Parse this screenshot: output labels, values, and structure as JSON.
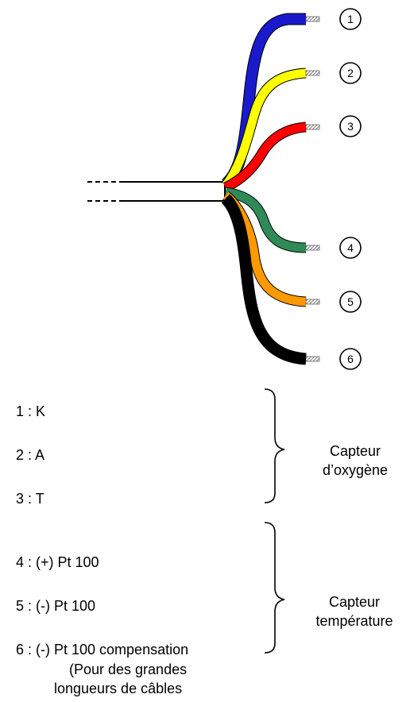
{
  "wires": [
    {
      "number": "1",
      "color": "#1a1acc"
    },
    {
      "number": "2",
      "color": "#ffff00"
    },
    {
      "number": "3",
      "color": "#ff0000"
    },
    {
      "number": "4",
      "color": "#2e8b57"
    },
    {
      "number": "5",
      "color": "#ff9900"
    },
    {
      "number": "6",
      "color": "#000000"
    }
  ],
  "labels": [
    "1 : K",
    "2 : A",
    "3 : T",
    "4 : (+) Pt 100",
    "5 : (-) Pt 100",
    "6 : (-) Pt 100 compensation",
    "(Pour des grandes",
    "longueurs de câbles"
  ],
  "groups": [
    {
      "line1": "Capteur",
      "line2": "d’oxygène"
    },
    {
      "line1": "Capteur",
      "line2": "température"
    }
  ]
}
